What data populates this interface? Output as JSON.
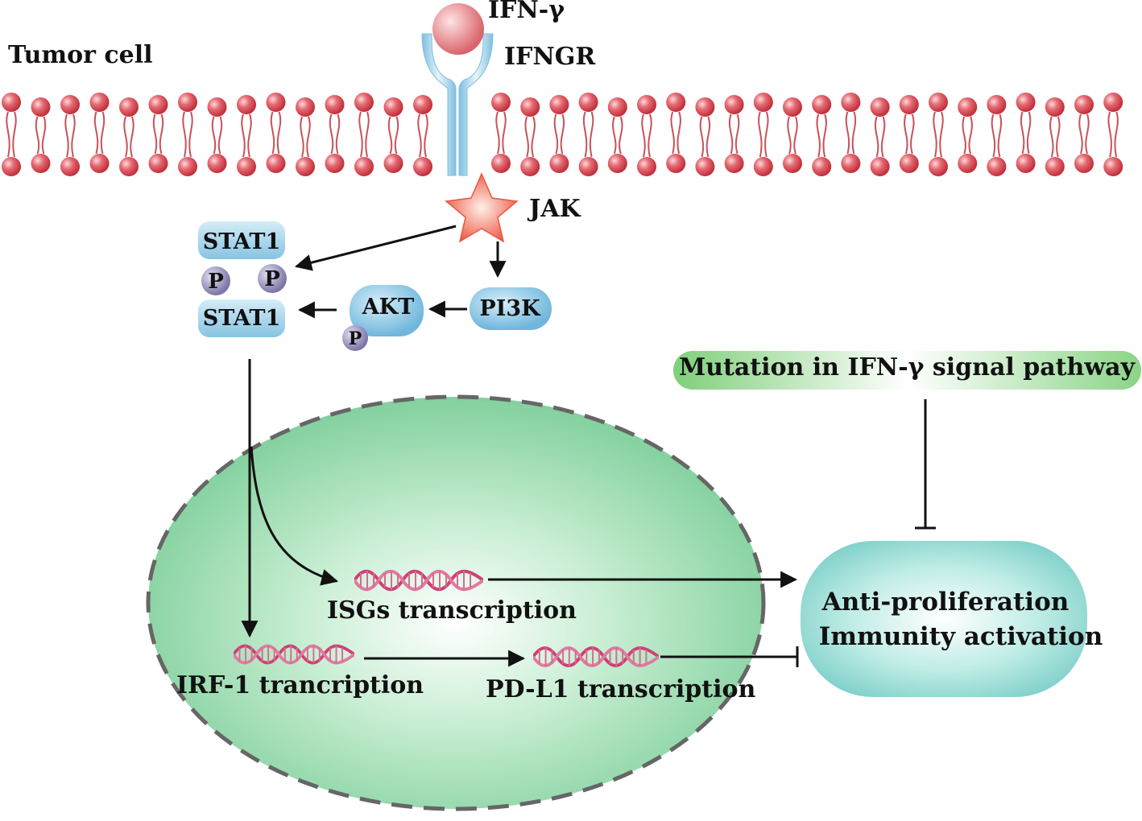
{
  "labels": {
    "tumor_cell": "Tumor cell",
    "ligand": "IFN-γ",
    "receptor": "IFNGR",
    "jak": "JAK",
    "stat1_top": "STAT1",
    "stat1_bottom": "STAT1",
    "phospho": "P",
    "akt": "AKT",
    "pi3k": "PI3K",
    "mutation": "Mutation in  IFN-γ signal pathway",
    "isgs": "ISGs transcription",
    "irf1": "IRF-1 trancription",
    "pdl1": "PD-L1 transcription",
    "outcome_line1": "Anti-proliferation",
    "outcome_line2": "Immunity activation"
  },
  "colors": {
    "lipid_head": "#d8454f",
    "lipid_tail": "#c9515a",
    "receptor": "#a9d4e8",
    "ligand": "#e07a80",
    "jak": "#ee6a55",
    "protein_box": "#8fc9e4",
    "phospho": "#8f88b4",
    "nucleus": "#8fd6a8",
    "nucleus_border": "#666666",
    "mutation_bar": "#8ed48a",
    "outcome_box": "#7fd3cc",
    "dna": "#d2457a",
    "arrow": "#111111"
  },
  "icons": {
    "dna": "dna-helix-icon",
    "jak": "star-icon",
    "ligand": "sphere-icon"
  }
}
